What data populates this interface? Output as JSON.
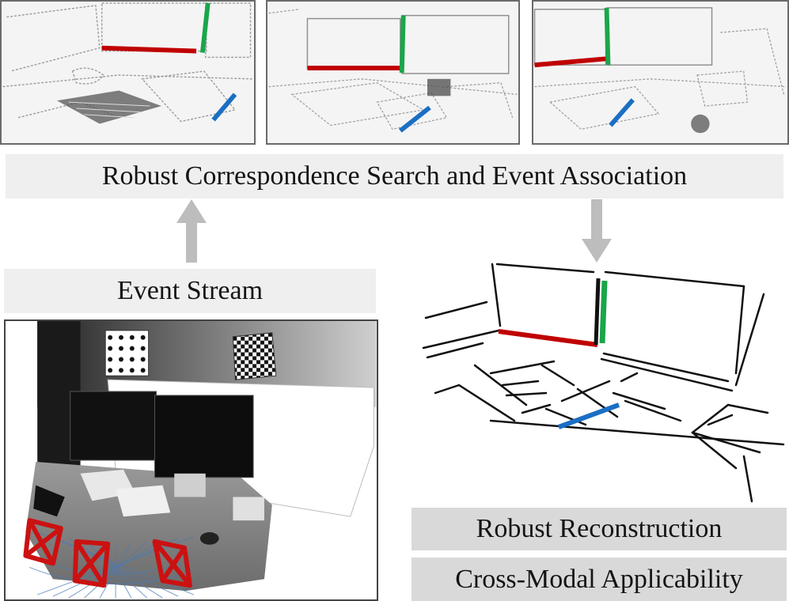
{
  "labels": {
    "correspondence": "Robust Correspondence Search and Event Association",
    "event_stream": "Event Stream",
    "reconstruction": "Robust Reconstruction",
    "cross_modal": "Cross-Modal Applicability"
  },
  "colors": {
    "segment_red": "#c00000",
    "segment_green": "#1aa64a",
    "segment_blue": "#1a6fc4",
    "camera_frustum": "#cc1111",
    "arrow_gray": "#bdbdbd",
    "bar_light": "#efefef",
    "bar_dark": "#d9d9d9"
  },
  "event_frames": [
    {
      "view": "left"
    },
    {
      "view": "center"
    },
    {
      "view": "right"
    }
  ]
}
